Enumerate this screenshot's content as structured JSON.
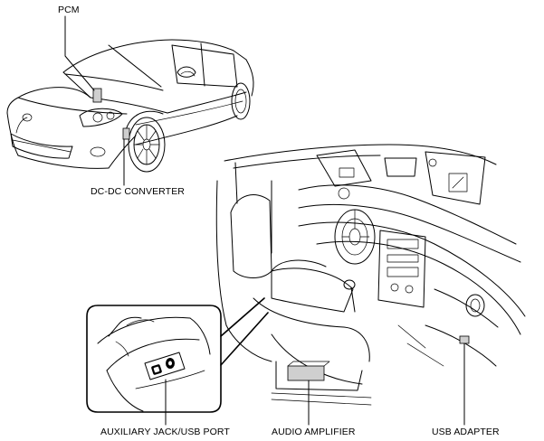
{
  "labels": {
    "pcm": "PCM",
    "dcdc": "DC-DC CONVERTER",
    "aux": "AUXILIARY JACK/USB PORT",
    "amp": "AUDIO AMPLIFIER",
    "usb": "USB ADAPTER"
  }
}
